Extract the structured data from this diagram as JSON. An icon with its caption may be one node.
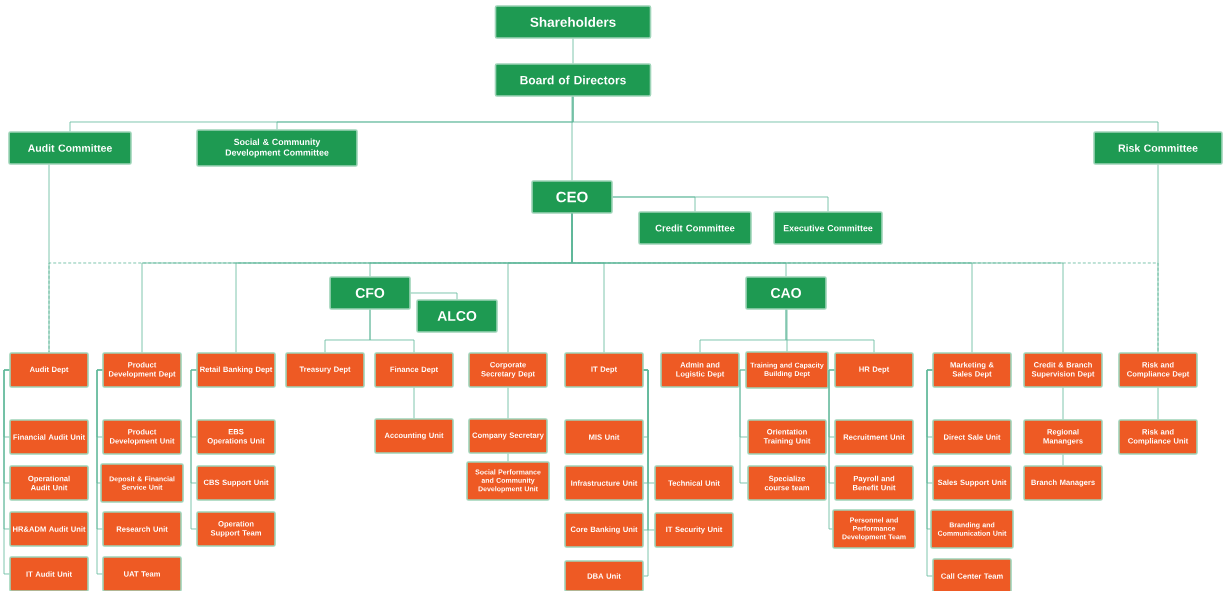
{
  "diagram": {
    "nodes": [
      {
        "text": [
          "Shareholders"
        ]
      },
      {
        "text": [
          "Board of Directors"
        ]
      },
      {
        "text": [
          "Audit Committee"
        ]
      },
      {
        "text": [
          "Social & Community Development Committee"
        ]
      },
      {
        "text": [
          "Risk Committee"
        ]
      },
      {
        "text": [
          "CEO"
        ]
      },
      {
        "text": [
          "Credit Committee"
        ]
      },
      {
        "text": [
          "Executive Committee"
        ]
      },
      {
        "text": [
          "CFO"
        ]
      },
      {
        "text": [
          "ALCO"
        ]
      },
      {
        "text": [
          "CAO"
        ]
      },
      {
        "text": [
          "Audit Dept"
        ]
      },
      {
        "text": [
          "Product Development Dept"
        ]
      },
      {
        "text": [
          "Retail Banking Dept"
        ]
      },
      {
        "text": [
          "Treasury Dept"
        ]
      },
      {
        "text": [
          "Finance Dept"
        ]
      },
      {
        "text": [
          "Corporate Secretary Dept"
        ]
      },
      {
        "text": [
          "IT Dept"
        ]
      },
      {
        "text": [
          "Admin and Logistic Dept"
        ]
      },
      {
        "text": [
          "Training and Capacity Building Dept"
        ]
      },
      {
        "text": [
          "HR Dept"
        ]
      },
      {
        "text": [
          "Marketing & Sales Dept"
        ]
      },
      {
        "text": [
          "Credit & Branch Supervision Dept"
        ]
      },
      {
        "text": [
          "Risk and Compliance Dept"
        ]
      },
      {
        "text": [
          "Financial Audit Unit"
        ]
      },
      {
        "text": [
          "Operational Audit Unit"
        ]
      },
      {
        "text": [
          "HR&ADM Audit Unit"
        ]
      },
      {
        "text": [
          "IT Audit Unit"
        ]
      },
      {
        "text": [
          "Product Development Unit"
        ]
      },
      {
        "text": [
          "Deposit & Financial Service Unit"
        ]
      },
      {
        "text": [
          "Research Unit"
        ]
      },
      {
        "text": [
          "UAT Team"
        ]
      },
      {
        "text": [
          "EBS Operations Unit"
        ]
      },
      {
        "text": [
          "CBS Support Unit"
        ]
      },
      {
        "text": [
          "Operation Support Team"
        ]
      },
      {
        "text": [
          "Accounting Unit"
        ]
      },
      {
        "text": [
          "Company Secretary"
        ]
      },
      {
        "text": [
          "Social Performance and Community Development Unit"
        ]
      },
      {
        "text": [
          "MIS Unit"
        ]
      },
      {
        "text": [
          "Infrastructure Unit"
        ]
      },
      {
        "text": [
          "Technical Unit"
        ]
      },
      {
        "text": [
          "Core Banking Unit"
        ]
      },
      {
        "text": [
          "IT Security Unit"
        ]
      },
      {
        "text": [
          "DBA Unit"
        ]
      },
      {
        "text": [
          "Orientation Training Unit"
        ]
      },
      {
        "text": [
          "Specialize course team"
        ]
      },
      {
        "text": [
          "Recruitment Unit"
        ]
      },
      {
        "text": [
          "Payroll and Benefit Unit"
        ]
      },
      {
        "text": [
          "Personnel and Performance Development Team"
        ]
      },
      {
        "text": [
          "Direct Sale Unit"
        ]
      },
      {
        "text": [
          "Sales Support Unit"
        ]
      },
      {
        "text": [
          "Branding and Communication Unit"
        ]
      },
      {
        "text": [
          "Call Center Team"
        ]
      },
      {
        "text": [
          "Regional Manangers"
        ]
      },
      {
        "text": [
          "Branch Managers"
        ]
      },
      {
        "text": [
          "Risk and Compliance Unit"
        ]
      }
    ],
    "edges": [
      {
        "from": 0,
        "to": 1,
        "arrow": "none"
      },
      {
        "from": 1,
        "to": 2,
        "arrow": "none"
      },
      {
        "from": 1,
        "to": 3,
        "arrow": "none"
      },
      {
        "from": 1,
        "to": 5,
        "arrow": "none"
      },
      {
        "from": 1,
        "to": 4,
        "arrow": "none"
      },
      {
        "from": 5,
        "to": 6,
        "arrow": "none"
      },
      {
        "from": 5,
        "to": 7,
        "arrow": "none"
      },
      {
        "from": 2,
        "to": 11,
        "arrow": "none"
      },
      {
        "from": 5,
        "to": 11,
        "arrow": "none",
        "style": "dashed"
      },
      {
        "from": 5,
        "to": 12,
        "arrow": "none"
      },
      {
        "from": 5,
        "to": 13,
        "arrow": "none"
      },
      {
        "from": 5,
        "to": 8,
        "arrow": "none"
      },
      {
        "from": 5,
        "to": 16,
        "arrow": "none"
      },
      {
        "from": 5,
        "to": 17,
        "arrow": "none"
      },
      {
        "from": 5,
        "to": 10,
        "arrow": "none"
      },
      {
        "from": 5,
        "to": 21,
        "arrow": "none"
      },
      {
        "from": 5,
        "to": 22,
        "arrow": "none"
      },
      {
        "from": 5,
        "to": 23,
        "arrow": "none",
        "style": "dashed"
      },
      {
        "from": 4,
        "to": 23,
        "arrow": "none"
      },
      {
        "from": 8,
        "to": 9,
        "arrow": "none"
      },
      {
        "from": 8,
        "to": 14,
        "arrow": "none"
      },
      {
        "from": 8,
        "to": 15,
        "arrow": "none"
      },
      {
        "from": 10,
        "to": 18,
        "arrow": "none"
      },
      {
        "from": 10,
        "to": 19,
        "arrow": "none"
      },
      {
        "from": 10,
        "to": 20,
        "arrow": "none"
      },
      {
        "from": 15,
        "to": 35,
        "arrow": "none"
      },
      {
        "from": 16,
        "to": 36,
        "arrow": "none"
      },
      {
        "from": 36,
        "to": 37,
        "arrow": "none"
      },
      {
        "from": 22,
        "to": 53,
        "arrow": "none"
      },
      {
        "from": 53,
        "to": 54,
        "arrow": "none"
      },
      {
        "from": 23,
        "to": 55,
        "arrow": "none"
      },
      {
        "from": 11,
        "to": 24,
        "arrow": "none"
      },
      {
        "from": 11,
        "to": 25,
        "arrow": "none"
      },
      {
        "from": 11,
        "to": 26,
        "arrow": "none"
      },
      {
        "from": 11,
        "to": 27,
        "arrow": "none"
      },
      {
        "from": 12,
        "to": 28,
        "arrow": "none"
      },
      {
        "from": 12,
        "to": 29,
        "arrow": "none"
      },
      {
        "from": 12,
        "to": 30,
        "arrow": "none"
      },
      {
        "from": 12,
        "to": 31,
        "arrow": "none"
      },
      {
        "from": 13,
        "to": 32,
        "arrow": "none"
      },
      {
        "from": 13,
        "to": 33,
        "arrow": "none"
      },
      {
        "from": 13,
        "to": 34,
        "arrow": "none"
      },
      {
        "from": 17,
        "to": 38,
        "arrow": "none"
      },
      {
        "from": 17,
        "to": 39,
        "arrow": "none"
      },
      {
        "from": 17,
        "to": 40,
        "arrow": "none"
      },
      {
        "from": 17,
        "to": 41,
        "arrow": "none"
      },
      {
        "from": 17,
        "to": 42,
        "arrow": "none"
      },
      {
        "from": 17,
        "to": 43,
        "arrow": "none"
      },
      {
        "from": 19,
        "to": 44,
        "arrow": "none"
      },
      {
        "from": 19,
        "to": 45,
        "arrow": "none"
      },
      {
        "from": 20,
        "to": 46,
        "arrow": "none"
      },
      {
        "from": 20,
        "to": 47,
        "arrow": "none"
      },
      {
        "from": 20,
        "to": 48,
        "arrow": "none"
      },
      {
        "from": 21,
        "to": 49,
        "arrow": "none"
      },
      {
        "from": 21,
        "to": 50,
        "arrow": "none"
      },
      {
        "from": 21,
        "to": 51,
        "arrow": "none"
      },
      {
        "from": 21,
        "to": 52,
        "arrow": "none"
      }
    ]
  }
}
